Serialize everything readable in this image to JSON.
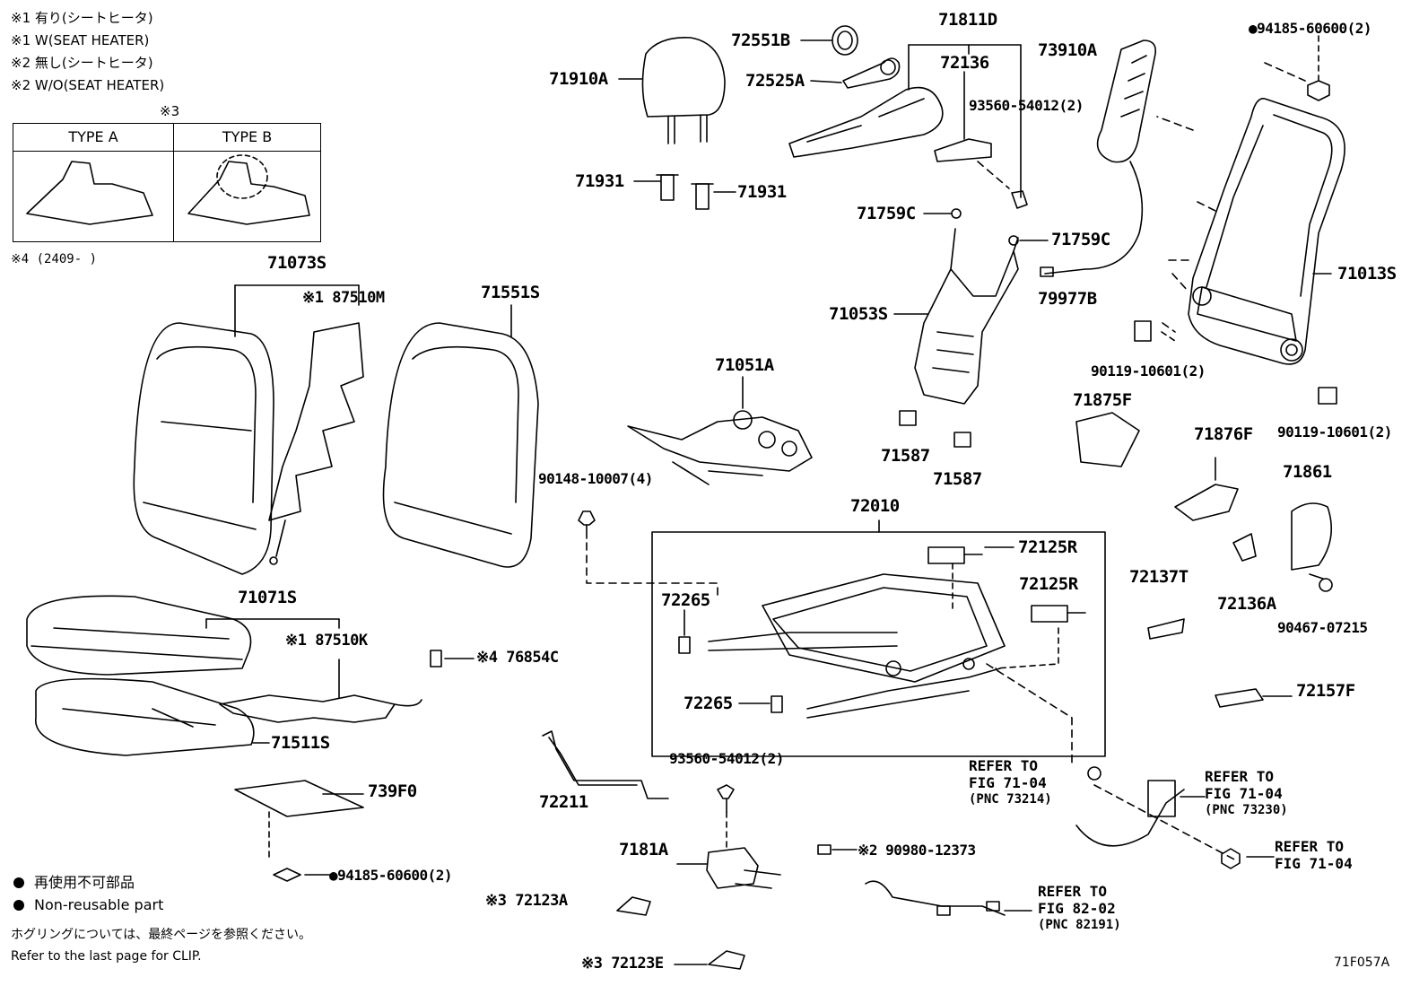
{
  "notes": {
    "n1_jp": "※1 有り(シートヒータ)",
    "n1_en": "※1 W(SEAT HEATER)",
    "n2_jp": "※2 無し(シートヒータ)",
    "n2_en": "※2 W/O(SEAT HEATER)",
    "n3": "※3",
    "n4": "※4 (2409-       )",
    "legend_jp": "再使用不可部品",
    "legend_en": "Non-reusable part",
    "clip_jp": "ホグリングについては、最終ページを参照ください。",
    "clip_en": "Refer to the last page for CLIP.",
    "figure_id": "71F057A"
  },
  "type_table": {
    "type_a": "TYPE A",
    "type_b": "TYPE B"
  },
  "parts": {
    "p71910A": "71910A",
    "p71931a": "71931",
    "p71931b": "71931",
    "p72551B": "72551B",
    "p72525A": "72525A",
    "p71811D": "71811D",
    "p72136": "72136",
    "p93560_top": "93560-54012(2)",
    "p73910A": "73910A",
    "p94185_top": "●94185-60600(2)",
    "p71759C_l": "71759C",
    "p71759C_r": "71759C",
    "p71053S": "71053S",
    "p79977B": "79977B",
    "p71013S": "71013S",
    "p90119_a": "90119-10601(2)",
    "p90119_b": "90119-10601(2)",
    "p71073S": "71073S",
    "p87510M": "※1 87510M",
    "p71551S": "71551S",
    "p71051A": "71051A",
    "p71875F": "71875F",
    "p71876F": "71876F",
    "p71861": "71861",
    "p90148": "90148-10007(4)",
    "p71587a": "71587",
    "p71587b": "71587",
    "p72010": "72010",
    "p72125R_a": "72125R",
    "p72125R_b": "72125R",
    "p72137T": "72137T",
    "p72136A": "72136A",
    "p90467": "90467-07215",
    "p71071S": "71071S",
    "p87510K": "※1 87510K",
    "p76854C": "※4 76854C",
    "p72265a": "72265",
    "p72265b": "72265",
    "p72157F": "72157F",
    "p71511S": "71511S",
    "p739F0": "739F0",
    "p94185_bot": "●94185-60600(2)",
    "p72211": "72211",
    "p93560_bot": "93560-54012(2)",
    "p7181A": "7181A",
    "p90980": "※2 90980-12373",
    "p72123A": "※3 72123A",
    "p72123E": "※3 72123E"
  },
  "refs": {
    "r1_l1": "REFER TO",
    "r1_l2": "FIG 71-04",
    "r1_l3": "(PNC 73214)",
    "r2_l1": "REFER TO",
    "r2_l2": "FIG 71-04",
    "r2_l3": "(PNC 73230)",
    "r3_l1": "REFER TO",
    "r3_l2": "FIG 71-04",
    "r4_l1": "REFER TO",
    "r4_l2": "FIG 82-02",
    "r4_l3": "(PNC 82191)"
  }
}
